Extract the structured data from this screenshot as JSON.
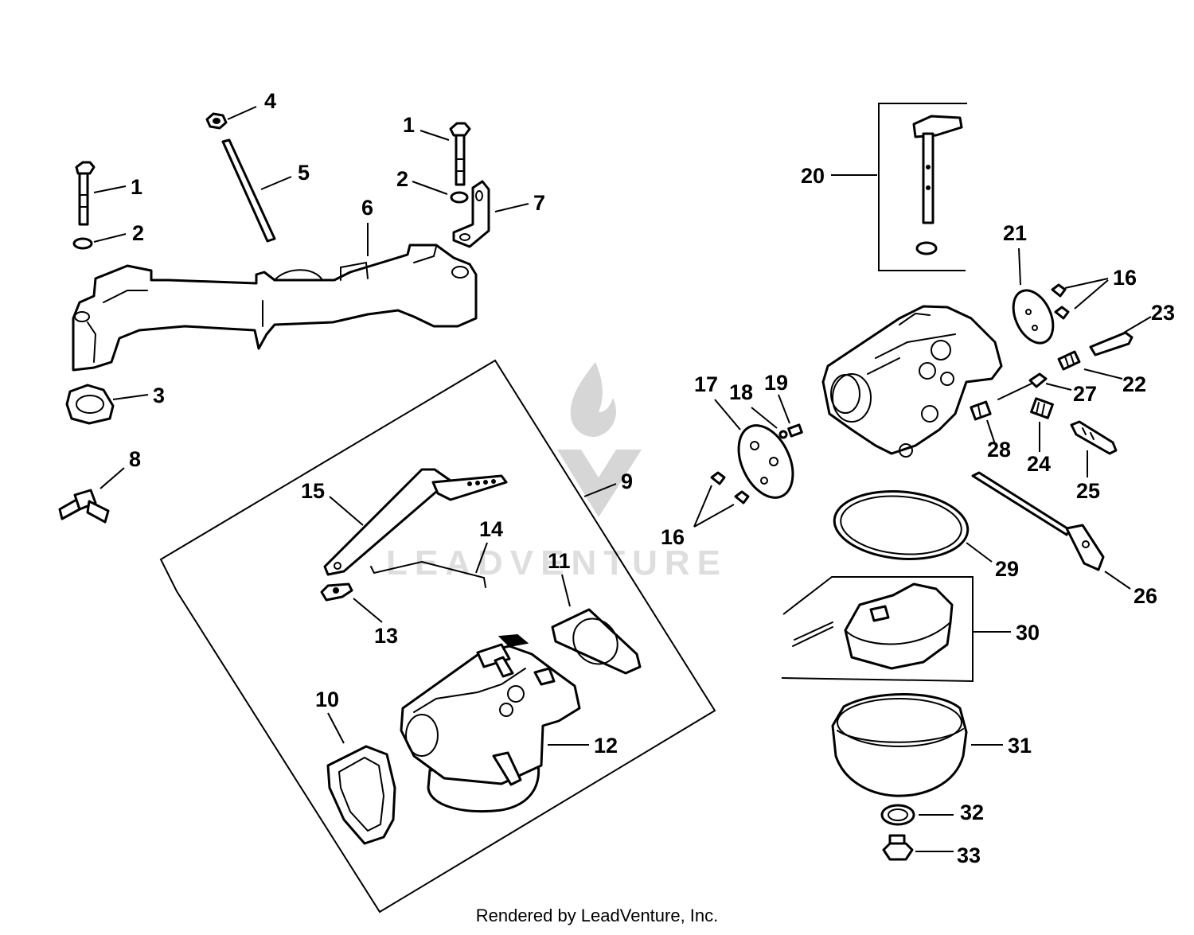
{
  "diagram": {
    "watermark": "LEADVENTURE",
    "footer": "Rendered by LeadVenture, Inc.",
    "callouts": [
      {
        "id": "c1a",
        "label": "1"
      },
      {
        "id": "c2a",
        "label": "2"
      },
      {
        "id": "c3",
        "label": "3"
      },
      {
        "id": "c4",
        "label": "4"
      },
      {
        "id": "c5",
        "label": "5"
      },
      {
        "id": "c1b",
        "label": "1"
      },
      {
        "id": "c2b",
        "label": "2"
      },
      {
        "id": "c6",
        "label": "6"
      },
      {
        "id": "c7",
        "label": "7"
      },
      {
        "id": "c8",
        "label": "8"
      },
      {
        "id": "c9",
        "label": "9"
      },
      {
        "id": "c10",
        "label": "10"
      },
      {
        "id": "c11",
        "label": "11"
      },
      {
        "id": "c12",
        "label": "12"
      },
      {
        "id": "c13",
        "label": "13"
      },
      {
        "id": "c14",
        "label": "14"
      },
      {
        "id": "c15",
        "label": "15"
      },
      {
        "id": "c16a",
        "label": "16"
      },
      {
        "id": "c16b",
        "label": "16"
      },
      {
        "id": "c17",
        "label": "17"
      },
      {
        "id": "c18",
        "label": "18"
      },
      {
        "id": "c19",
        "label": "19"
      },
      {
        "id": "c20",
        "label": "20"
      },
      {
        "id": "c21",
        "label": "21"
      },
      {
        "id": "c22",
        "label": "22"
      },
      {
        "id": "c23",
        "label": "23"
      },
      {
        "id": "c24",
        "label": "24"
      },
      {
        "id": "c25",
        "label": "25"
      },
      {
        "id": "c26",
        "label": "26"
      },
      {
        "id": "c27",
        "label": "27"
      },
      {
        "id": "c28",
        "label": "28"
      },
      {
        "id": "c29",
        "label": "29"
      },
      {
        "id": "c30",
        "label": "30"
      },
      {
        "id": "c31",
        "label": "31"
      },
      {
        "id": "c32",
        "label": "32"
      },
      {
        "id": "c33",
        "label": "33"
      }
    ]
  }
}
